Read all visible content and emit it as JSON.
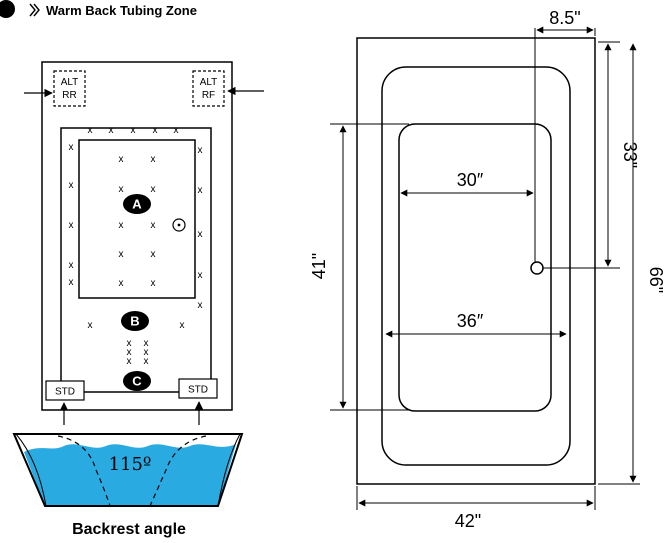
{
  "header": {
    "title": "Warm Back Tubing Zone",
    "icon": "chevron-double-right-icon"
  },
  "left_diagram": {
    "alt_rr": [
      "ALT",
      "RR"
    ],
    "alt_rf": [
      "ALT",
      "RF"
    ],
    "std_left": "STD",
    "std_right": "STD",
    "label_a": "A",
    "label_b": "B",
    "label_c": "C",
    "jet_marker": "x"
  },
  "backrest": {
    "angle": "115º",
    "caption": "Backrest angle",
    "water_color": "#29abe2"
  },
  "right_diagram": {
    "dim_top": "8.5\"",
    "dim_33": "33\"",
    "dim_66": "66\"",
    "dim_41": "41\"",
    "dim_30": "30″",
    "dim_36": "36″",
    "dim_42": "42\""
  }
}
